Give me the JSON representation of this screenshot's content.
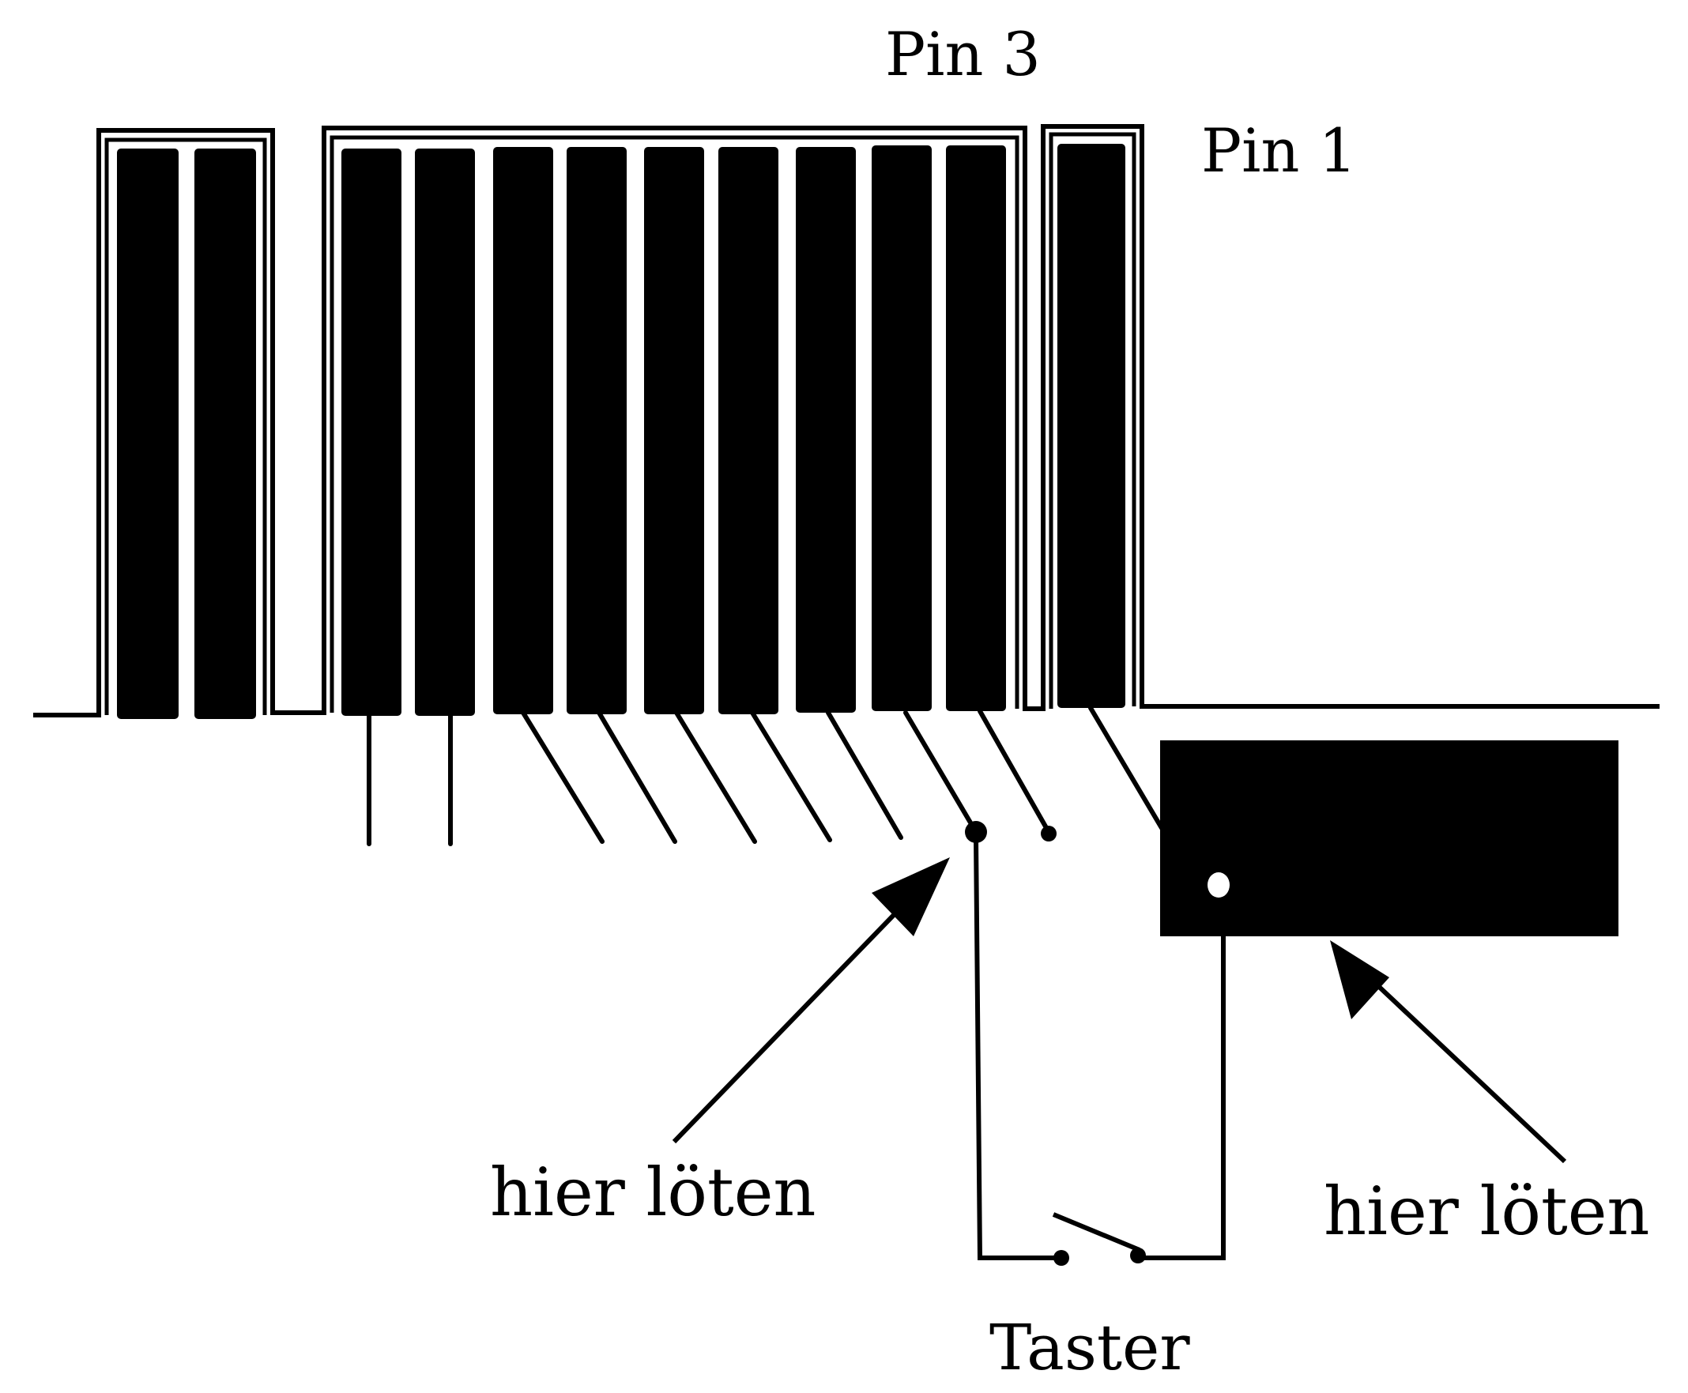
{
  "labels": {
    "pin3": "Pin 3",
    "pin1": "Pin 1",
    "solder_left": "hier löten",
    "solder_right": "hier löten",
    "switch": "Taster"
  },
  "colors": {
    "ink": "#000000",
    "paper": "#ffffff"
  }
}
